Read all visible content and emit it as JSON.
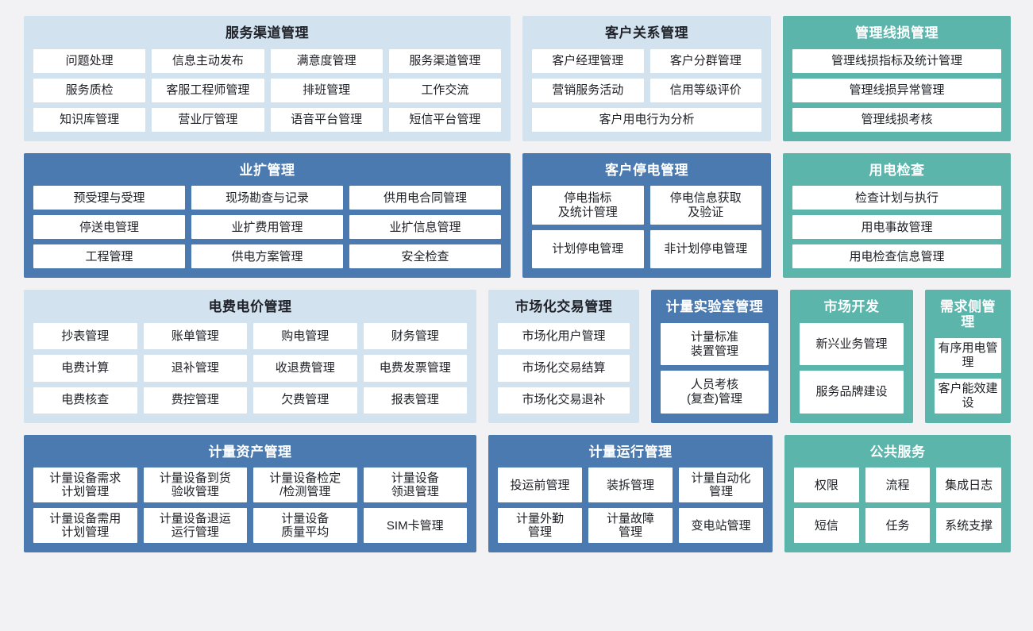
{
  "theme": {
    "page_bg": "#f2f2f4",
    "light_blue": "#d3e2ef",
    "blue": "#4a7ab0",
    "teal": "#5bb5ab",
    "tile_bg": "#ffffff"
  },
  "rows": [
    {
      "panels": [
        {
          "name": "service-channel-management",
          "title": "服务渠道管理",
          "style": "lightblue",
          "tile_rows": [
            [
              "问题处理",
              "信息主动发布",
              "满意度管理",
              "服务渠道管理"
            ],
            [
              "服务质检",
              "客服工程师管理",
              "排班管理",
              "工作交流"
            ],
            [
              "知识库管理",
              "营业厅管理",
              "语音平台管理",
              "短信平台管理"
            ]
          ]
        },
        {
          "name": "customer-relationship-management",
          "title": "客户关系管理",
          "style": "lightblue",
          "tile_rows": [
            [
              "客户经理管理",
              "客户分群管理"
            ],
            [
              "营销服务活动",
              "信用等级评价"
            ],
            [
              "客户用电行为分析"
            ]
          ]
        },
        {
          "name": "management-line-loss",
          "title": "管理线损管理",
          "style": "teal",
          "tile_rows": [
            [
              "管理线损指标及统计管理"
            ],
            [
              "管理线损异常管理"
            ],
            [
              "管理线损考核"
            ]
          ]
        }
      ]
    },
    {
      "panels": [
        {
          "name": "business-expansion-management",
          "title": "业扩管理",
          "style": "blue",
          "tile_rows": [
            [
              "预受理与受理",
              "现场勘查与记录",
              "供用电合同管理"
            ],
            [
              "停送电管理",
              "业扩费用管理",
              "业扩信息管理"
            ],
            [
              "工程管理",
              "供电方案管理",
              "安全检查"
            ]
          ]
        },
        {
          "name": "customer-outage-management",
          "title": "客户停电管理",
          "style": "blue",
          "tile_rows": [
            [
              "停电指标\n及统计管理",
              "停电信息获取\n及验证"
            ],
            [
              "计划停电管理",
              "非计划停电管理"
            ]
          ]
        },
        {
          "name": "power-consumption-inspection",
          "title": "用电检查",
          "style": "teal",
          "tile_rows": [
            [
              "检查计划与执行"
            ],
            [
              "用电事故管理"
            ],
            [
              "用电检查信息管理"
            ]
          ]
        }
      ]
    },
    {
      "panels": [
        {
          "name": "electricity-fee-price-management",
          "title": "电费电价管理",
          "style": "lightblue",
          "tile_rows": [
            [
              "抄表管理",
              "账单管理",
              "购电管理",
              "财务管理"
            ],
            [
              "电费计算",
              "退补管理",
              "收退费管理",
              "电费发票管理"
            ],
            [
              "电费核查",
              "费控管理",
              "欠费管理",
              "报表管理"
            ]
          ]
        },
        {
          "name": "market-transaction-management",
          "title": "市场化交易管理",
          "style": "lightblue",
          "tile_rows": [
            [
              "市场化用户管理"
            ],
            [
              "市场化交易结算"
            ],
            [
              "市场化交易退补"
            ]
          ]
        },
        {
          "name": "metering-laboratory-management",
          "title": "计量实验室管理",
          "style": "blue",
          "tile_rows": [
            [
              "计量标准\n装置管理"
            ],
            [
              "人员考核\n(复查)管理"
            ]
          ]
        },
        {
          "name": "market-development",
          "title": "市场开发",
          "style": "teal",
          "tile_rows": [
            [
              "新兴业务管理"
            ],
            [
              "服务品牌建设"
            ]
          ]
        },
        {
          "name": "demand-side-management",
          "title": "需求侧管理",
          "style": "teal",
          "tile_rows": [
            [
              "有序用电管理"
            ],
            [
              "客户能效建设"
            ]
          ]
        }
      ]
    },
    {
      "panels": [
        {
          "name": "metering-asset-management",
          "title": "计量资产管理",
          "style": "blue",
          "tile_rows": [
            [
              "计量设备需求\n计划管理",
              "计量设备到货\n验收管理",
              "计量设备检定\n/检测管理",
              "计量设备\n领退管理"
            ],
            [
              "计量设备需用\n计划管理",
              "计量设备退运\n运行管理",
              "计量设备\n质量平均",
              "SIM卡管理"
            ]
          ]
        },
        {
          "name": "metering-operation-management",
          "title": "计量运行管理",
          "style": "blue",
          "tile_rows": [
            [
              "投运前管理",
              "装拆管理",
              "计量自动化\n管理"
            ],
            [
              "计量外勤\n管理",
              "计量故障\n管理",
              "变电站管理"
            ]
          ]
        },
        {
          "name": "public-service",
          "title": "公共服务",
          "style": "teal",
          "tile_rows": [
            [
              "权限",
              "流程",
              "集成日志"
            ],
            [
              "短信",
              "任务",
              "系统支撑"
            ]
          ]
        }
      ]
    }
  ]
}
